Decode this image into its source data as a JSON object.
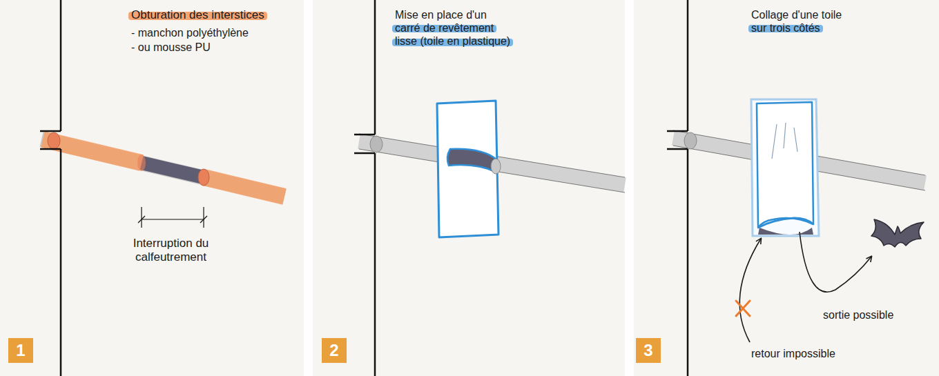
{
  "diagram": {
    "nodes": [
      {
        "text": [
          "1"
        ]
      },
      {
        "text": [
          "2"
        ]
      },
      {
        "text": [
          "3"
        ]
      }
    ],
    "labels": [
      "Obturation des interstices",
      "- manchon polyéthylène",
      "- ou mousse PU",
      "Interruption du calfeutrement",
      "Mise en place d'un carré de revêtement lisse (toile en plastique)",
      "Collage d'une toile sur trois côtés",
      "sortie possible",
      "retour impossible"
    ]
  }
}
